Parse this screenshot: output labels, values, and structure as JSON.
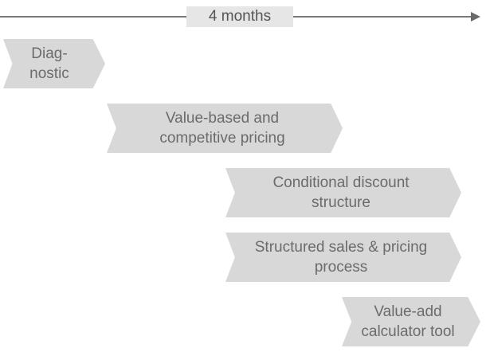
{
  "timeline": {
    "label": "4 months"
  },
  "phases": [
    {
      "label": "Diag-\nnostic"
    },
    {
      "label": "Value-based and\ncompetitive pricing"
    },
    {
      "label": "Conditional discount\nstructure"
    },
    {
      "label": "Structured sales & pricing\nprocess"
    },
    {
      "label": "Value-add\ncalculator tool"
    }
  ],
  "colors": {
    "chevron_fill": "#d8d8d8",
    "chevron_text": "#6b6b6b",
    "timeline_line": "#7a7a7a",
    "timeline_label_bg": "#e6e6e6"
  }
}
